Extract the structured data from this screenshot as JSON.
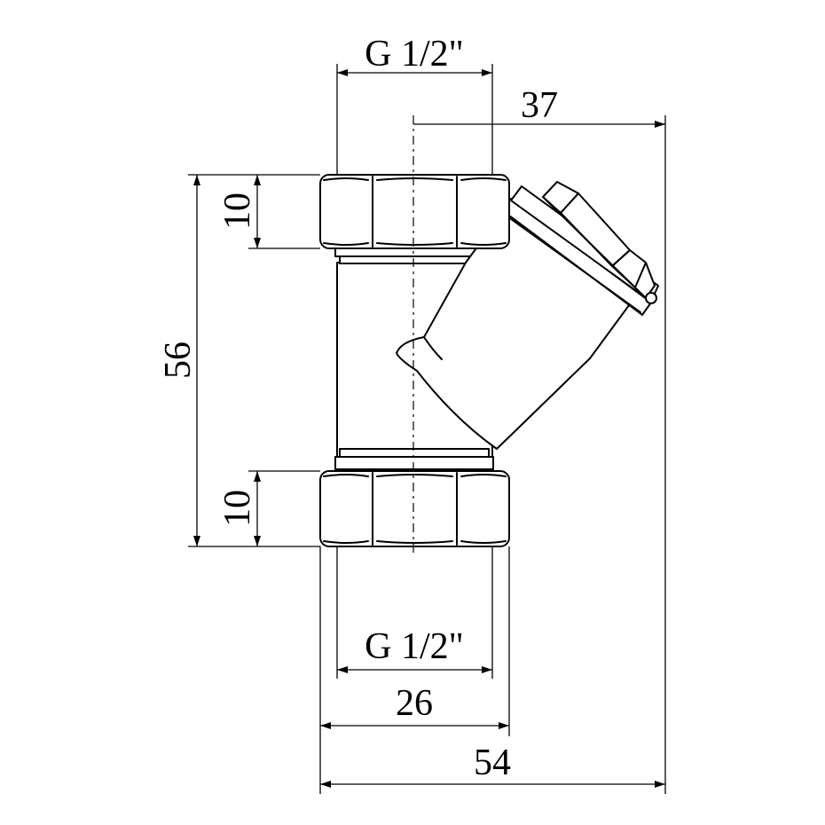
{
  "title": "",
  "component": "y-strainer",
  "colors": {
    "line": "#000000",
    "background": "#ffffff"
  },
  "dimensions": {
    "thread_top": "G 1/2\"",
    "thread_bottom": "G 1/2\"",
    "offset": "37",
    "nut_height_top": "10",
    "nut_height_bottom": "10",
    "total_height": "56",
    "nut_width": "26",
    "total_width": "54"
  }
}
